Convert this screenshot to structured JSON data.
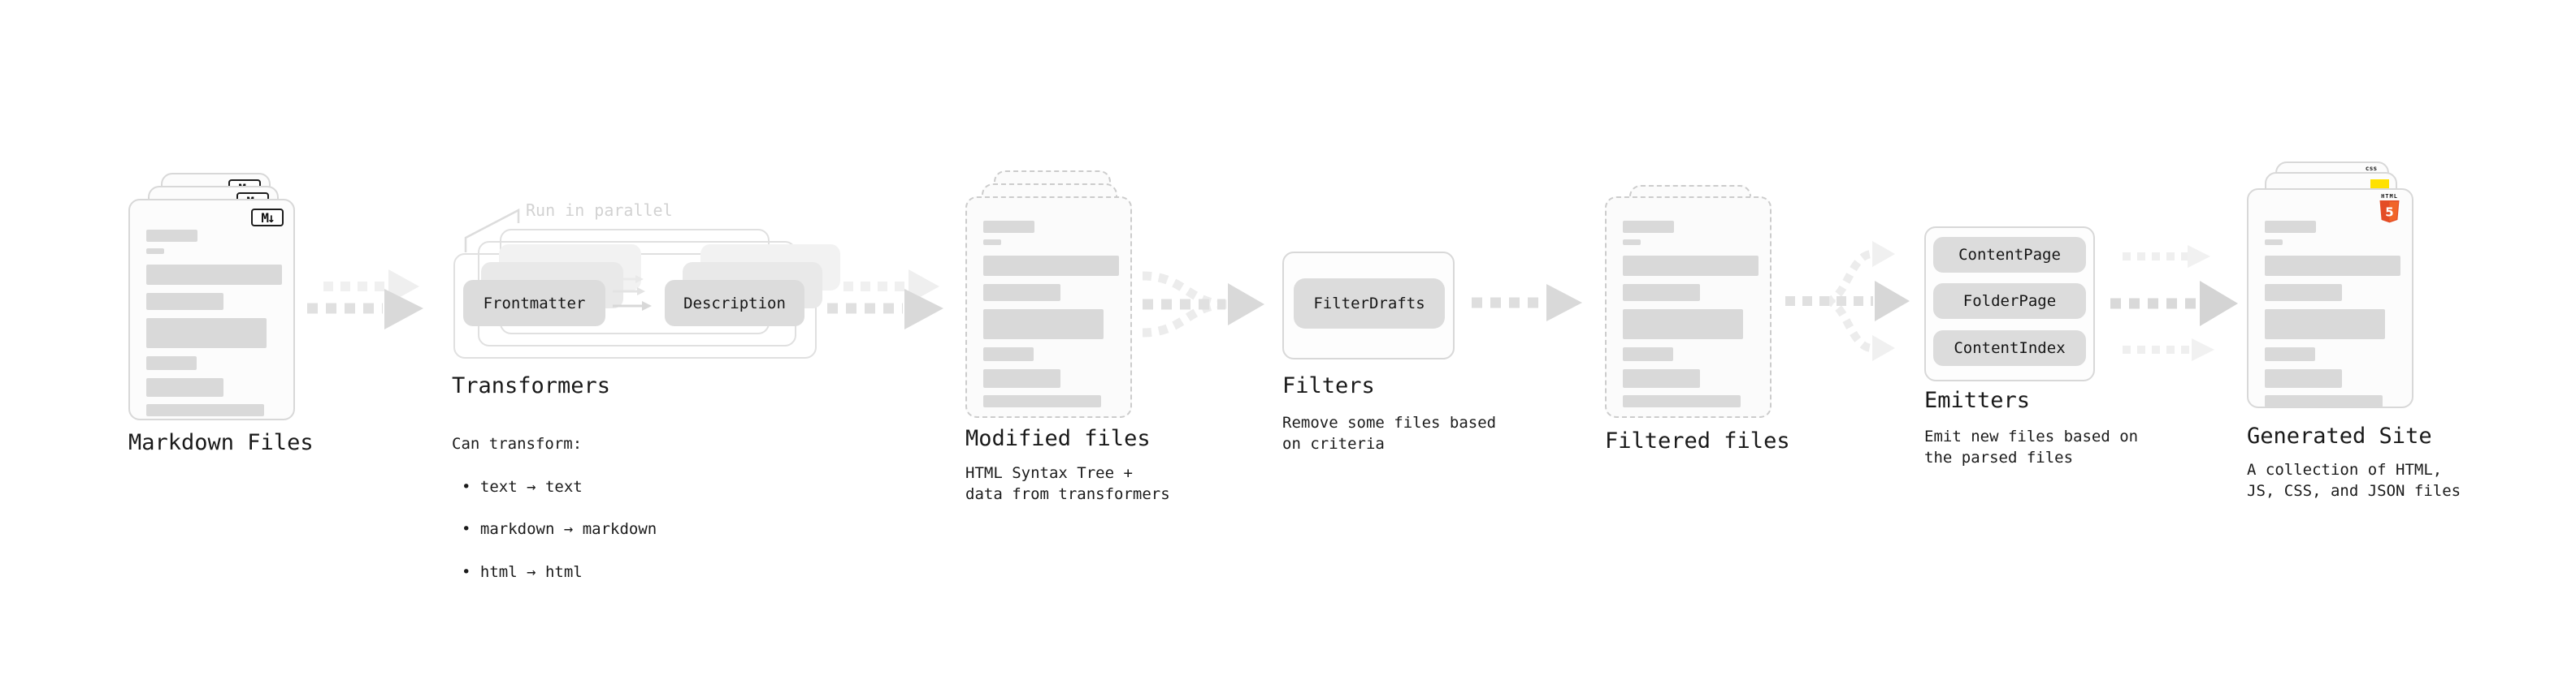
{
  "diagram": {
    "colors": {
      "html5_orange": "#e44d26",
      "js_yellow": "#ffe100",
      "css_blue": "#2563eb",
      "pill_gray": "#dcdcdc",
      "arrow_gray": "#d9d9d9"
    },
    "nodes": {
      "markdown_files": {
        "title": "Markdown Files",
        "badge": "M↓"
      },
      "transformers": {
        "title": "Transformers",
        "annotation": "Run in parallel",
        "pills": [
          "Frontmatter",
          "Description"
        ],
        "caption_heading": "Can transform:",
        "bullets": [
          "• text → text",
          "• markdown → markdown",
          "• html → html"
        ]
      },
      "modified_files": {
        "title": "Modified files",
        "caption": "HTML Syntax Tree +\ndata from transformers"
      },
      "filters": {
        "title": "Filters",
        "pill": "FilterDrafts",
        "caption": "Remove some files based\non criteria"
      },
      "filtered_files": {
        "title": "Filtered files"
      },
      "emitters": {
        "title": "Emitters",
        "pills": [
          "ContentPage",
          "FolderPage",
          "ContentIndex"
        ],
        "caption": "Emit new files based on\nthe parsed files"
      },
      "generated_site": {
        "title": "Generated Site",
        "caption": "A collection of HTML,\nJS, CSS, and JSON files",
        "badges": {
          "css": "css",
          "html_word": "HTML",
          "html_number": "5"
        }
      }
    }
  }
}
